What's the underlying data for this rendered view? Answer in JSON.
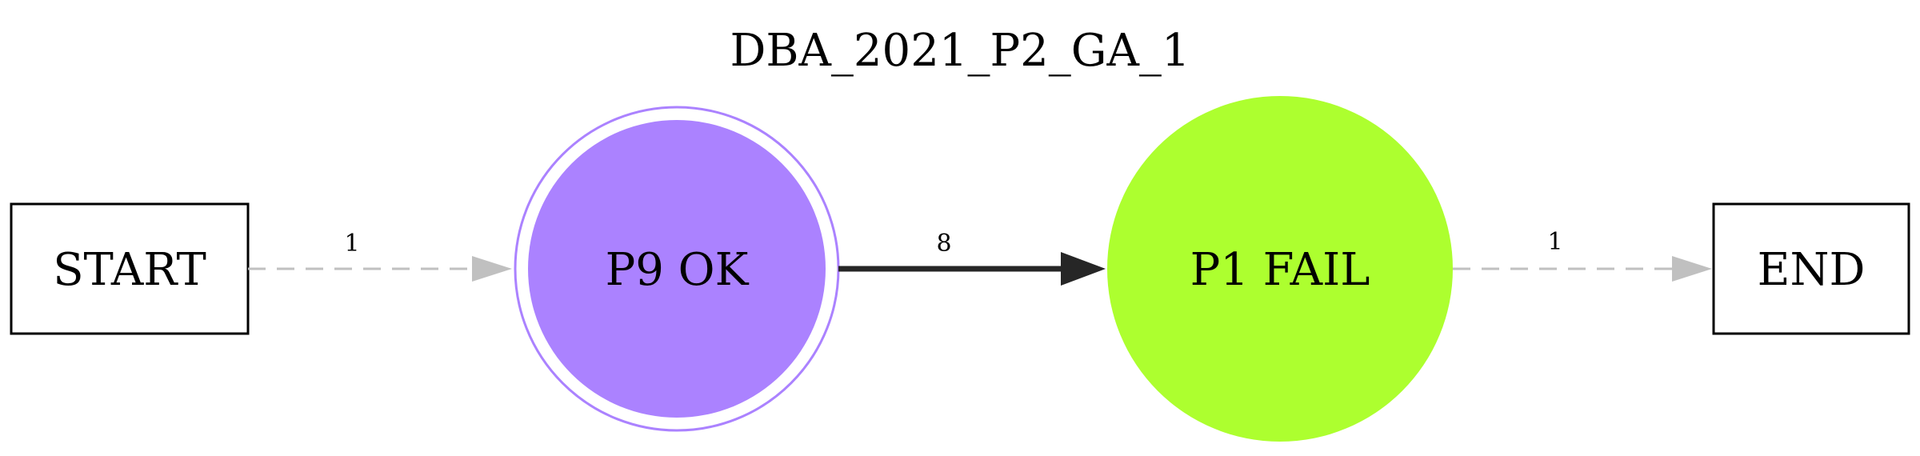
{
  "diagram": {
    "title": "DBA_2021_P2_GA_1",
    "nodes": {
      "start": {
        "label": "START"
      },
      "p9": {
        "label": "P9 OK",
        "fill": "#ab82ff",
        "stroke": "#ab82ff"
      },
      "p1": {
        "label": "P1 FAIL",
        "fill": "#adff2f"
      },
      "end": {
        "label": "END"
      }
    },
    "edges": {
      "start_p9": {
        "label": "1",
        "color": "#c0c0c0",
        "style": "dashed"
      },
      "p9_p1": {
        "label": "8",
        "color": "#262626",
        "style": "solid"
      },
      "p1_end": {
        "label": "1",
        "color": "#c0c0c0",
        "style": "dashed"
      }
    }
  }
}
